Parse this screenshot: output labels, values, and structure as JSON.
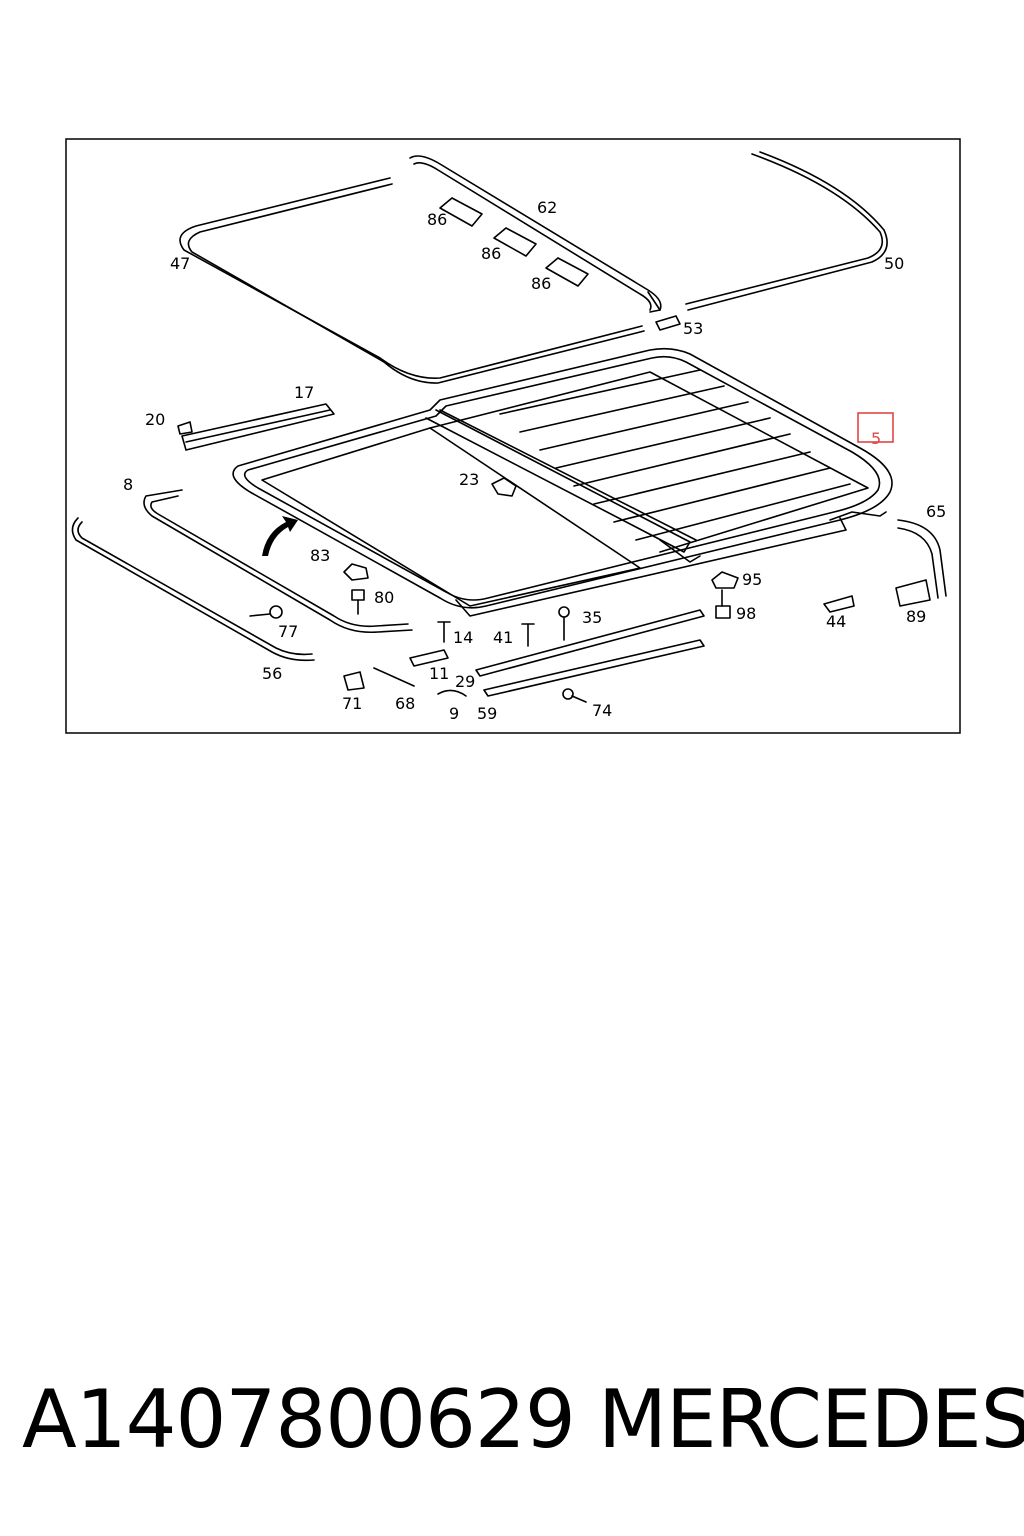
{
  "callouts": {
    "c47": "47",
    "c86a": "86",
    "c86b": "86",
    "c86c": "86",
    "c62": "62",
    "c50": "50",
    "c53": "53",
    "c17": "17",
    "c20": "20",
    "c5": "5",
    "c23": "23",
    "c8": "8",
    "c65": "65",
    "c83": "83",
    "c95": "95",
    "c80": "80",
    "c98": "98",
    "c35": "35",
    "c44": "44",
    "c89": "89",
    "c77": "77",
    "c14": "14",
    "c41": "41",
    "c11": "11",
    "c29": "29",
    "c56": "56",
    "c71": "71",
    "c68": "68",
    "c9": "9",
    "c59": "59",
    "c74": "74"
  },
  "highlight_color": "#e04848",
  "footer": {
    "part_number": "A1407800629",
    "brand": "MERCEDES"
  }
}
